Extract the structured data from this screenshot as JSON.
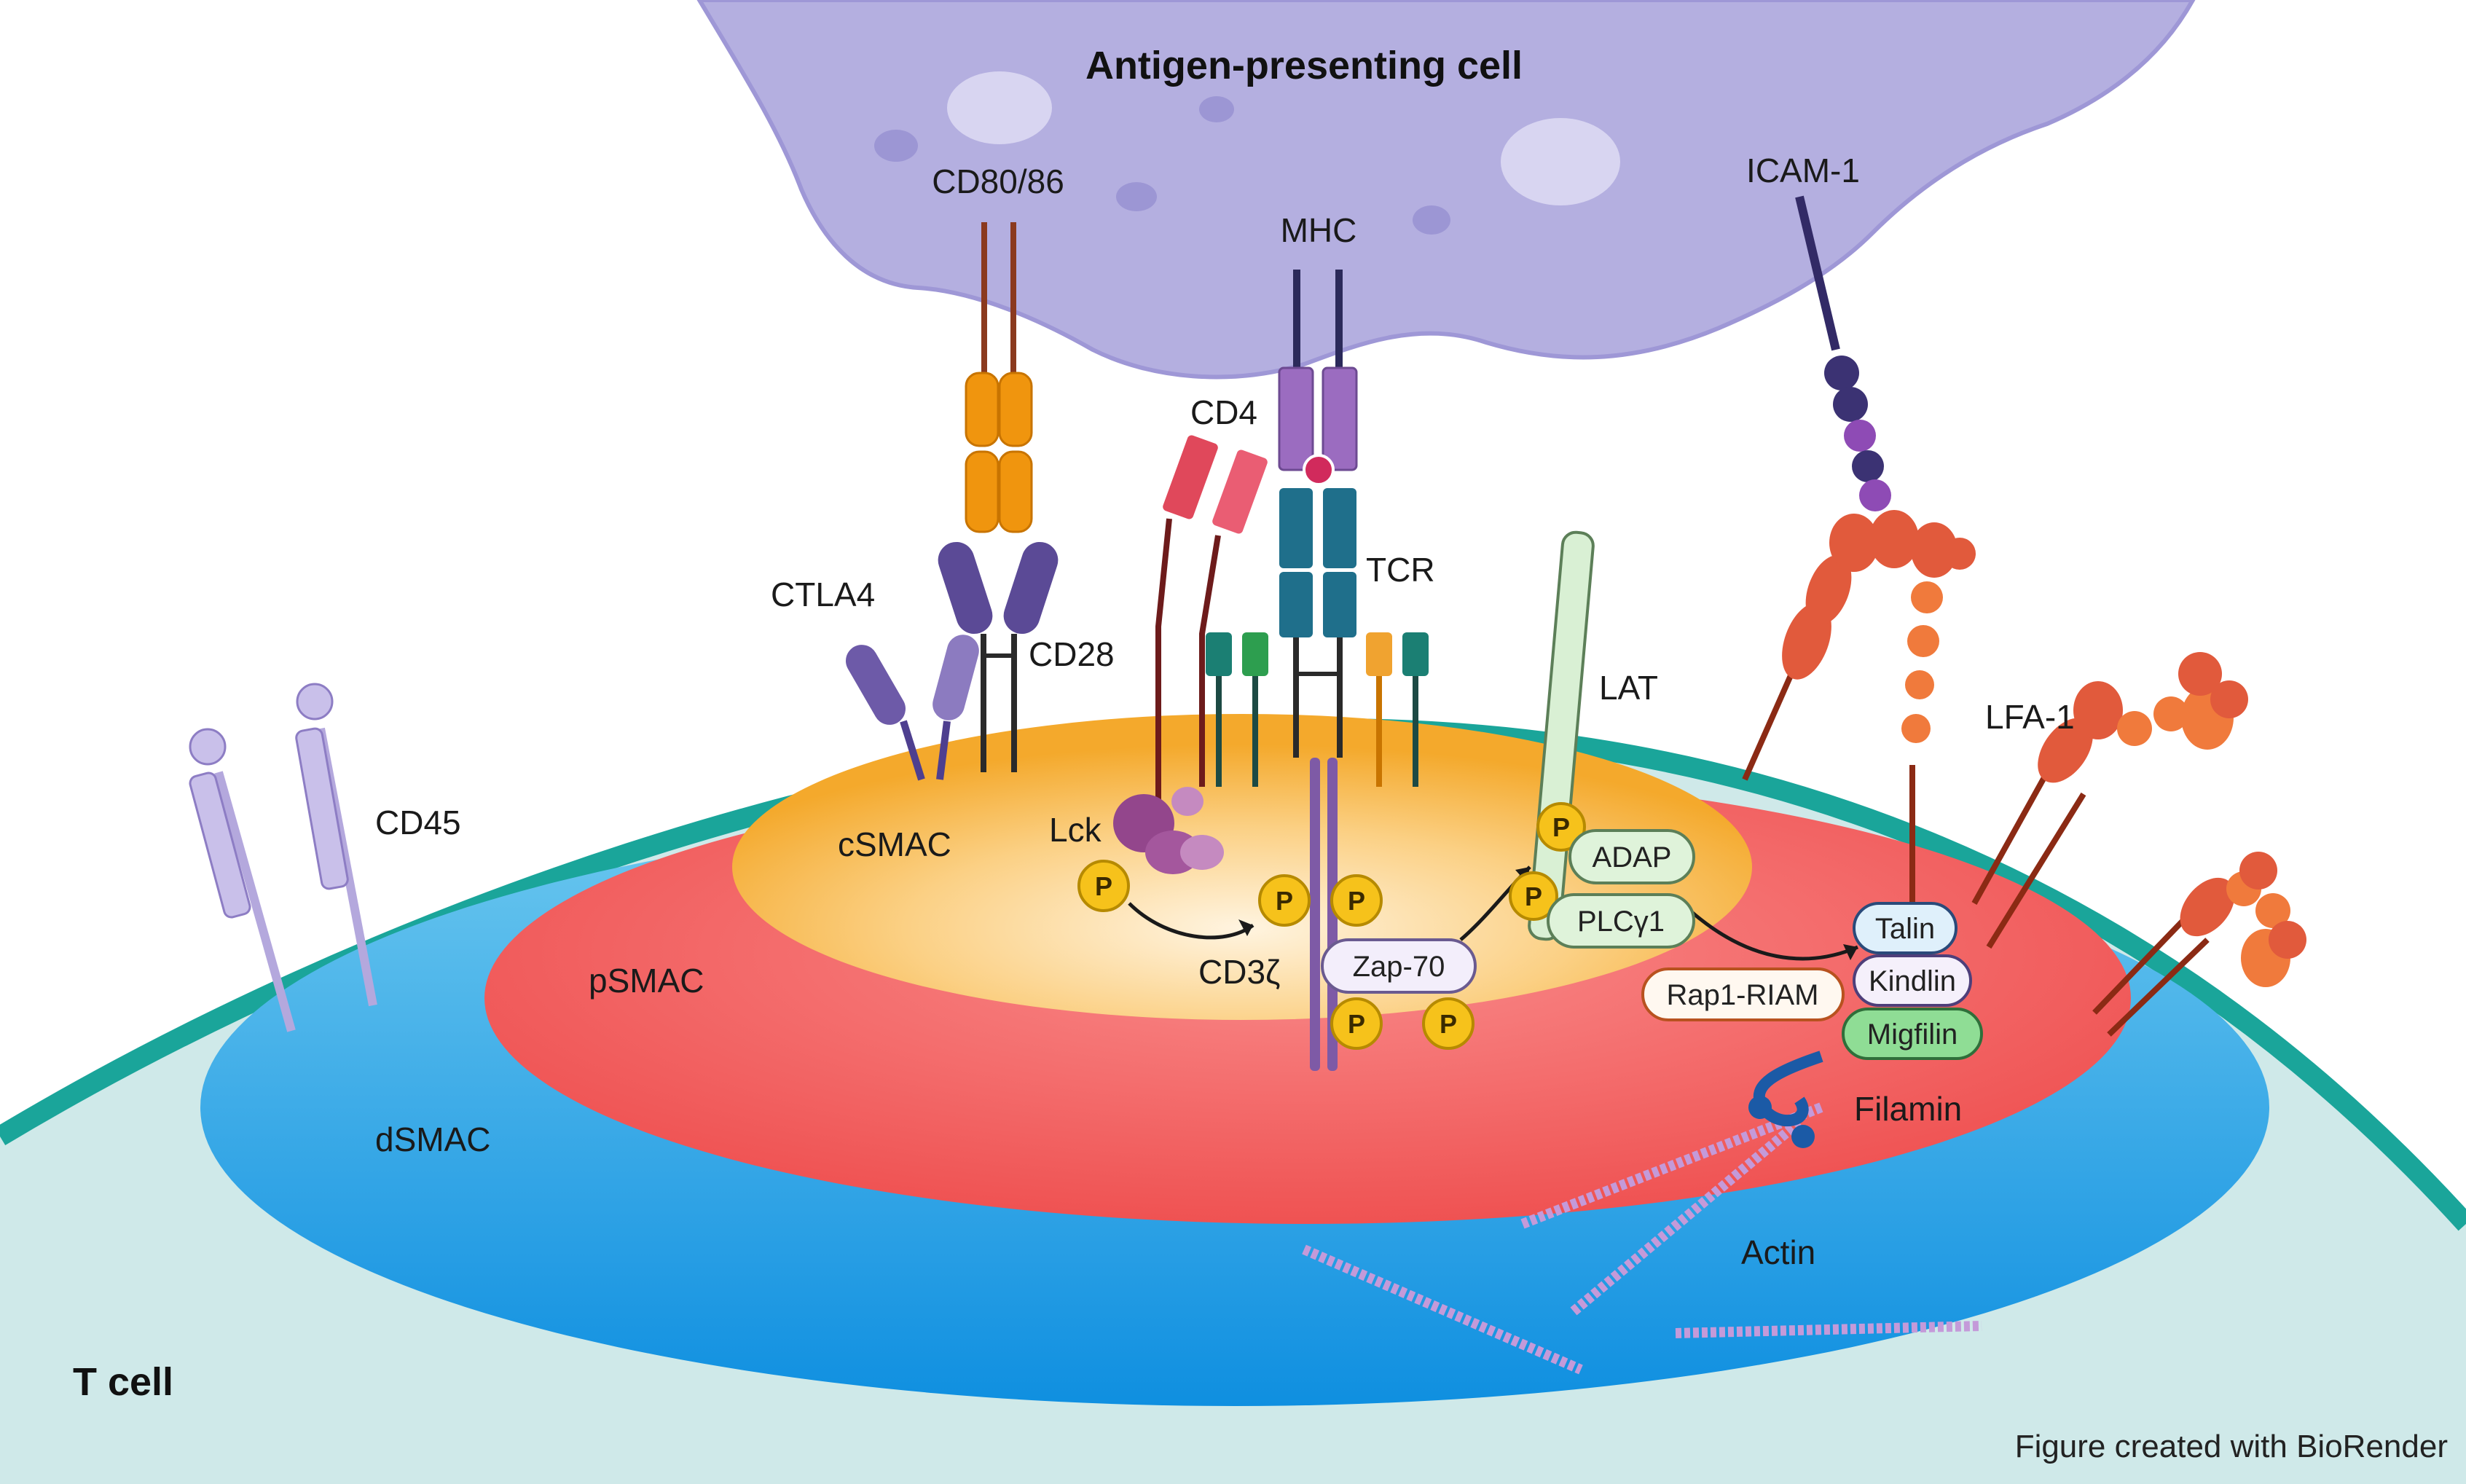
{
  "labels": {
    "apc": "Antigen-presenting cell",
    "t_cell": "T cell",
    "cd80_86": "CD80/86",
    "mhc": "MHC",
    "icam1": "ICAM-1",
    "cd4": "CD4",
    "tcr": "TCR",
    "ctla4": "CTLA4",
    "cd28": "CD28",
    "lat": "LAT",
    "lfa1": "LFA-1",
    "cd45": "CD45",
    "lck": "Lck",
    "cd3z": "CD3ζ",
    "zap70": "Zap-70",
    "adap": "ADAP",
    "plcg1": "PLCγ1",
    "rap1_riam": "Rap1-RIAM",
    "talin": "Talin",
    "kindlin": "Kindlin",
    "migfilin": "Migfilin",
    "filamin": "Filamin",
    "actin": "Actin",
    "phospho": "P"
  },
  "zones": {
    "csmac": "cSMAC",
    "psmac": "pSMAC",
    "dsmac": "dSMAC"
  },
  "credit": "Figure created with BioRender",
  "colors": {
    "apc_fill": "#b4afe0",
    "t_cell_fill": "#cfe9e9",
    "membrane": "#1aa59a",
    "dsmac": "#2aa9e6",
    "psmac": "#f26767",
    "csmac": "#f7b73e",
    "cd80": "#e8900c",
    "tcr": "#1f6f8b",
    "mhc": "#9b6cc0",
    "cd4": "#e04f63",
    "lfa1": "#e15a3c",
    "phospho": "#f6c21b",
    "lat": "#d9f0d4"
  }
}
